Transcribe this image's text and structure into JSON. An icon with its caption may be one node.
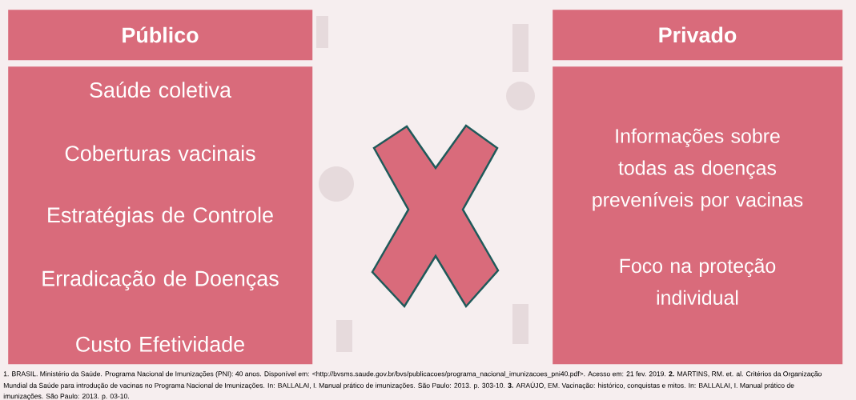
{
  "diagram": {
    "nodes": [
      {
        "text": [
          "Público"
        ]
      },
      {
        "text": [
          "Saúde coletiva",
          "Coberturas vacinais",
          "Estratégias de Controle",
          "Erradicação de Doenças",
          "Custo Efetividade"
        ]
      },
      {
        "text": [
          "Privado"
        ]
      },
      {
        "text": [
          "Informações sobre todas as doenças preveníveis por vacinas",
          "Foco na proteção individual"
        ]
      },
      {
        "text": [],
        "shape": "cross"
      }
    ],
    "labels": [
      "1. BRASIL. Ministério da Saúde. Programa Nacional de Imunizações (PNI): 40 anos. Disponível em: <http://bvsms.saude.gov.br/bvs/publicacoes/programa_nacional_imunizacoes_pni40.pdf>. Acesso em: 21 fev. 2019. **2.** MARTINS, RM. et. al. Critérios da Organização",
      "Mundial da Saúde para introdução de vacinas no Programa Nacional de Imunizações. In: BALLALAI, I. Manual prático de imunizações. São Paulo: 2013. p. 303-10. **3.** ARAÚJO, EM. Vacinação: histórico, conquistas e mitos. In: BALLALAI, I. Manual prático de",
      "imunizações. São Paulo: 2013. p. 03-10."
    ]
  }
}
